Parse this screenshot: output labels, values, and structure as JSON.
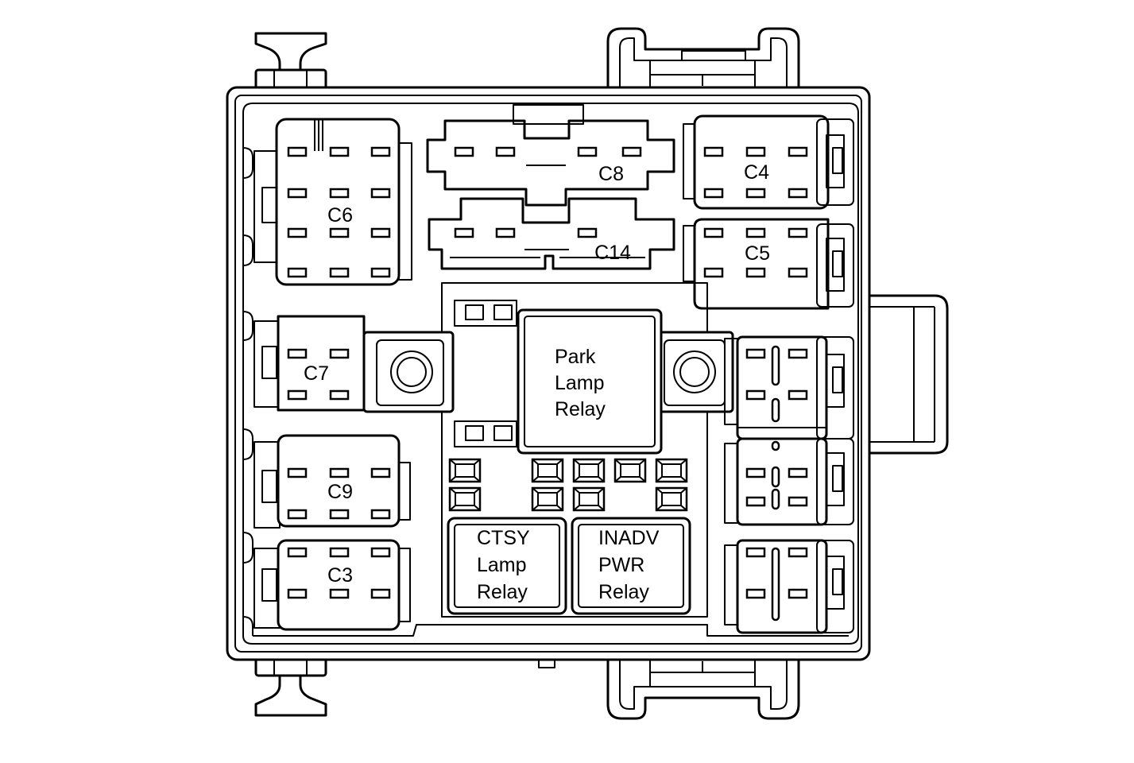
{
  "colors": {
    "line": "#000000",
    "background": "#ffffff"
  },
  "connectors": {
    "c6": "C6",
    "c8": "C8",
    "c4": "C4",
    "c14": "C14",
    "c5": "C5",
    "c7": "C7",
    "c9": "C9",
    "c3": "C3"
  },
  "relays": {
    "park": [
      "Park",
      "Lamp",
      "Relay"
    ],
    "ctsy": [
      "CTSY",
      "Lamp",
      "Relay"
    ],
    "inadv": [
      "INADV",
      "PWR",
      "Relay"
    ]
  }
}
